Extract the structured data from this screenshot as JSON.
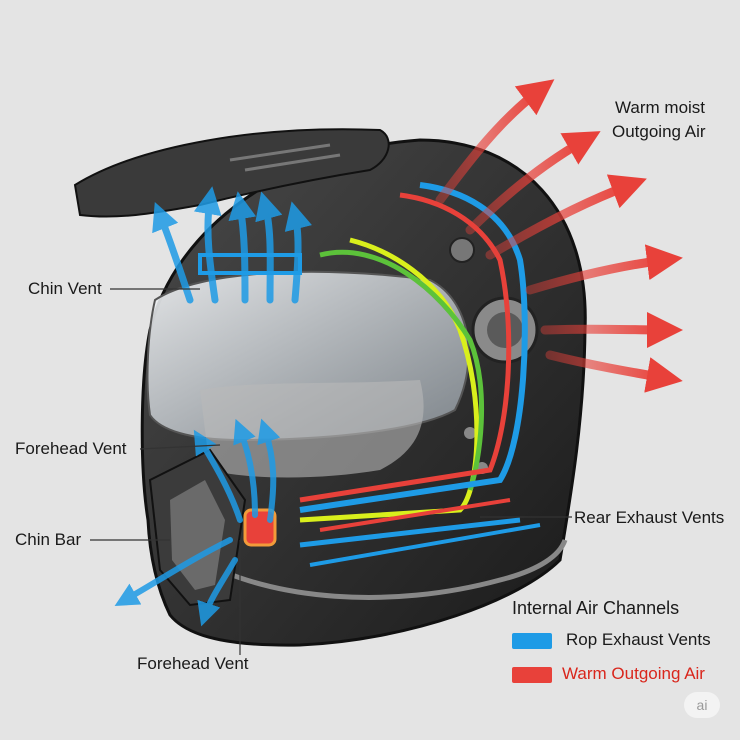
{
  "labels": {
    "warm_line1": "Warm moist",
    "warm_line2": "Outgoing Air",
    "chin_vent": "Chin Vent",
    "forehead_vent_left": "Forehead Vent",
    "chin_bar": "Chin Bar",
    "forehead_vent_bottom": "Forehead Vent",
    "rear_exhaust": "Rear Exhaust Vents"
  },
  "legend": {
    "title": "Internal Air Channels",
    "items": [
      {
        "label": "Rop Exhaust Vents",
        "color": "#1e9be6"
      },
      {
        "label": "Warm Outgoing Air",
        "color": "#e8413a"
      }
    ]
  },
  "badge": "ai",
  "colors": {
    "blue": "#1e9be6",
    "red": "#e8413a",
    "yellow": "#d9ef1c",
    "green": "#5cc23a",
    "shell": "#2b2b2b"
  }
}
